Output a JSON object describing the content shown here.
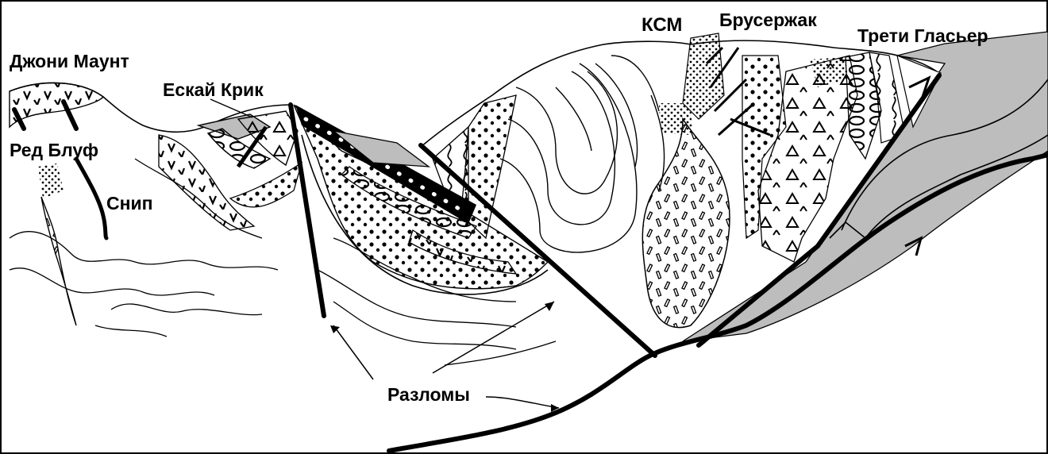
{
  "labels": {
    "jony_mount": "Джони Маунт",
    "eskay_creek": "Ескай Крик",
    "red_bluff": "Ред Блуф",
    "snip": "Снип",
    "ksm": "КСМ",
    "brucejack": "Брусержак",
    "treaty_glacier": "Трети Гласьер",
    "faults": "Разломы"
  },
  "colors": {
    "fill_gray": "#bdbdbd",
    "stroke": "#000000",
    "background": "#ffffff"
  },
  "patterns": [
    "volcanic-v",
    "dots",
    "triangles",
    "dashes",
    "ovals",
    "wavy-lines",
    "stipple"
  ]
}
